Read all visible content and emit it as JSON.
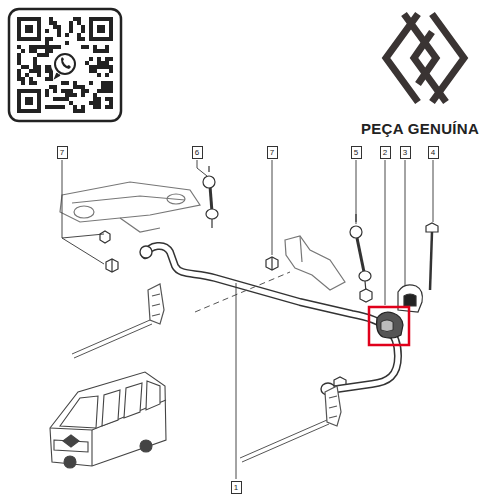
{
  "diagram": {
    "nodes": [
      {
        "text": [
          "7"
        ]
      },
      {
        "text": [
          "6"
        ]
      },
      {
        "text": [
          "7"
        ]
      },
      {
        "text": [
          "5"
        ]
      },
      {
        "text": [
          "2"
        ]
      },
      {
        "text": [
          "3"
        ]
      },
      {
        "text": [
          "4"
        ]
      },
      {
        "text": [
          "1"
        ]
      }
    ],
    "labels": [
      "PEÇA GENUÍNA"
    ]
  }
}
